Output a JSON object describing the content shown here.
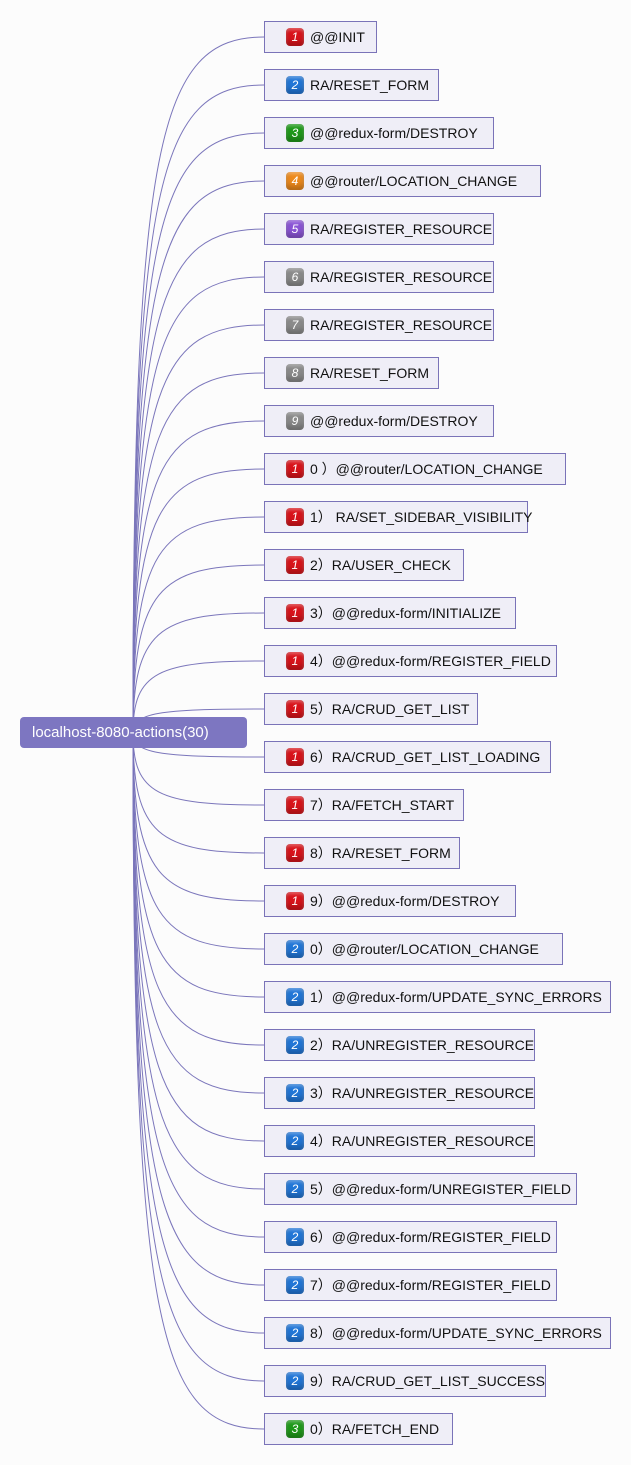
{
  "root": {
    "label": "localhost-8080-actions(30)"
  },
  "colors": {
    "connector": "#7b76bb",
    "root_bg": "#7d76c1",
    "node_bg": "#efeef7",
    "node_border": "#7a73b8"
  },
  "nodes": [
    {
      "badge": "1",
      "badge_color": "red",
      "label": "@@INIT"
    },
    {
      "badge": "2",
      "badge_color": "blue",
      "label": "RA/RESET_FORM"
    },
    {
      "badge": "3",
      "badge_color": "green",
      "label": "@@redux-form/DESTROY"
    },
    {
      "badge": "4",
      "badge_color": "orange",
      "label": "@@router/LOCATION_CHANGE"
    },
    {
      "badge": "5",
      "badge_color": "purple",
      "label": "RA/REGISTER_RESOURCE"
    },
    {
      "badge": "6",
      "badge_color": "gray",
      "label": "RA/REGISTER_RESOURCE"
    },
    {
      "badge": "7",
      "badge_color": "gray",
      "label": "RA/REGISTER_RESOURCE"
    },
    {
      "badge": "8",
      "badge_color": "gray",
      "label": "RA/RESET_FORM"
    },
    {
      "badge": "9",
      "badge_color": "gray",
      "label": "@@redux-form/DESTROY"
    },
    {
      "badge": "1",
      "badge_color": "red",
      "label": "0 ）@@router/LOCATION_CHANGE"
    },
    {
      "badge": "1",
      "badge_color": "red",
      "label": "1） RA/SET_SIDEBAR_VISIBILITY"
    },
    {
      "badge": "1",
      "badge_color": "red",
      "label": "2）RA/USER_CHECK"
    },
    {
      "badge": "1",
      "badge_color": "red",
      "label": "3）@@redux-form/INITIALIZE"
    },
    {
      "badge": "1",
      "badge_color": "red",
      "label": "4）@@redux-form/REGISTER_FIELD"
    },
    {
      "badge": "1",
      "badge_color": "red",
      "label": "5）RA/CRUD_GET_LIST"
    },
    {
      "badge": "1",
      "badge_color": "red",
      "label": "6）RA/CRUD_GET_LIST_LOADING"
    },
    {
      "badge": "1",
      "badge_color": "red",
      "label": "7）RA/FETCH_START"
    },
    {
      "badge": "1",
      "badge_color": "red",
      "label": "8）RA/RESET_FORM"
    },
    {
      "badge": "1",
      "badge_color": "red",
      "label": "9）@@redux-form/DESTROY"
    },
    {
      "badge": "2",
      "badge_color": "blue",
      "label": "0）@@router/LOCATION_CHANGE"
    },
    {
      "badge": "2",
      "badge_color": "blue",
      "label": "1）@@redux-form/UPDATE_SYNC_ERRORS"
    },
    {
      "badge": "2",
      "badge_color": "blue",
      "label": "2）RA/UNREGISTER_RESOURCE"
    },
    {
      "badge": "2",
      "badge_color": "blue",
      "label": "3）RA/UNREGISTER_RESOURCE"
    },
    {
      "badge": "2",
      "badge_color": "blue",
      "label": "4）RA/UNREGISTER_RESOURCE"
    },
    {
      "badge": "2",
      "badge_color": "blue",
      "label": "5）@@redux-form/UNREGISTER_FIELD"
    },
    {
      "badge": "2",
      "badge_color": "blue",
      "label": "6）@@redux-form/REGISTER_FIELD"
    },
    {
      "badge": "2",
      "badge_color": "blue",
      "label": "7）@@redux-form/REGISTER_FIELD"
    },
    {
      "badge": "2",
      "badge_color": "blue",
      "label": "8）@@redux-form/UPDATE_SYNC_ERRORS"
    },
    {
      "badge": "2",
      "badge_color": "blue",
      "label": "9）RA/CRUD_GET_LIST_SUCCESS"
    },
    {
      "badge": "3",
      "badge_color": "green",
      "label": "0）RA/FETCH_END"
    }
  ]
}
